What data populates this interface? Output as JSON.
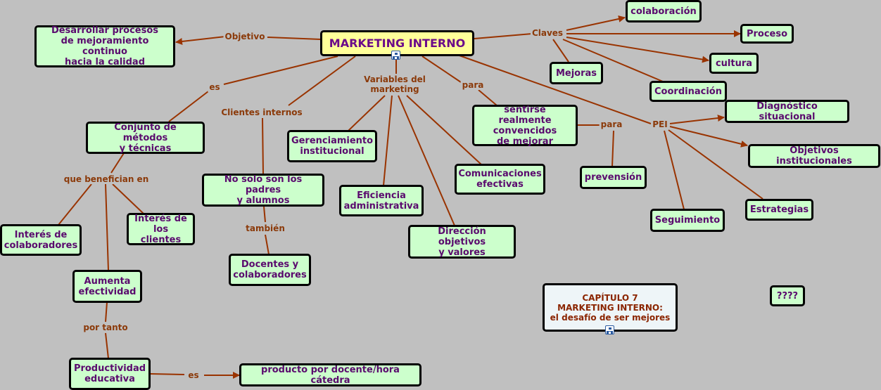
{
  "colors": {
    "background": "#c0c0c0",
    "node_fill": "#ccffcc",
    "main_fill": "#ffff99",
    "link": "#993300",
    "node_text": "#5a0a6e",
    "label_text": "#8b3a0a"
  },
  "nodes": {
    "marketing_interno": "MARKETING INTERNO",
    "desarrollar": "Desarrollar procesos\nde mejoramiento continuo\nhacia la calidad",
    "colaboracion": "colaboración",
    "proceso": "Proceso",
    "cultura": "cultura",
    "mejoras": "Mejoras",
    "coordinacion": "Coordinación",
    "diagnostico": "Diagnóstico situacional",
    "objetivos_inst": "Objetivos institucionales",
    "estrategias": "Estrategias",
    "seguimiento": "Seguimiento",
    "sentirse": "sentirse realmente\nconvencidos\nde mejorar",
    "prevencion": "prevensión",
    "conjunto": "Conjunto de métodos\ny técnicas",
    "interes_colab": "Interés de\ncolaboradores",
    "interes_clientes": "Interés de\nlos clientes",
    "aumenta": "Aumenta\nefectividad",
    "productividad": "Productividad\neducativa",
    "producto": "producto por docente/hora cátedra",
    "no_solo": "No solo son los padres\ny alumnos",
    "docentes": "Docentes y\ncolaboradores",
    "gerenciamiento": "Gerenciamiento\ninstitucional",
    "eficiencia": "Eficiencia\nadministrativa",
    "direccion": "Dirección objetivos\ny valores",
    "comunicaciones": "Comunicaciones\nefectivas",
    "capitulo": "CAPÍTULO 7\nMARKETING INTERNO:\nel desafío de ser mejores",
    "interrogacion": "????"
  },
  "labels": {
    "objetivo": "Objetivo",
    "claves": "Claves",
    "es_left": "es",
    "clientes_internos": "Clientes internos",
    "variables": "Variables del\nmarketing",
    "para_top": "para",
    "para_right": "para",
    "pei": "PEI",
    "que_benefician": "que benefician en",
    "tambien": "también",
    "por_tanto": "por tanto",
    "es_bottom": "es"
  }
}
